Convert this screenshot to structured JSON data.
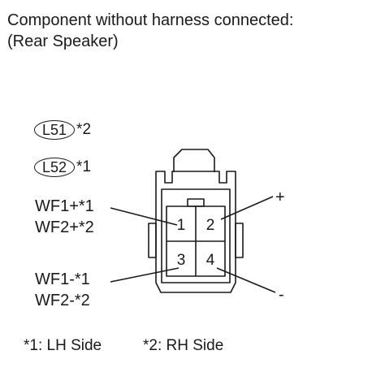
{
  "title": {
    "line1": "Component without harness connected:",
    "line2": "(Rear Speaker)"
  },
  "connectors": [
    {
      "code": "L51",
      "note": "*2"
    },
    {
      "code": "L52",
      "note": "*1"
    }
  ],
  "pins": [
    "1",
    "2",
    "3",
    "4"
  ],
  "labels": {
    "wf1_plus": "WF1+*1",
    "wf2_plus": "WF2+*2",
    "wf1_minus": "WF1-*1",
    "wf2_minus": "WF2-*2",
    "plus": "+",
    "minus": "-"
  },
  "footnotes": {
    "lh": "*1: LH Side",
    "rh": "*2: RH Side"
  }
}
